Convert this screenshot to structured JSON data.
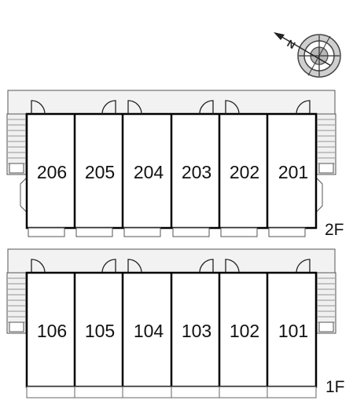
{
  "compass": {
    "north_label": "N"
  },
  "floors": [
    {
      "label": "2F",
      "units": [
        "206",
        "205",
        "204",
        "203",
        "202",
        "201"
      ]
    },
    {
      "label": "1F",
      "units": [
        "106",
        "105",
        "104",
        "103",
        "102",
        "101"
      ]
    }
  ]
}
